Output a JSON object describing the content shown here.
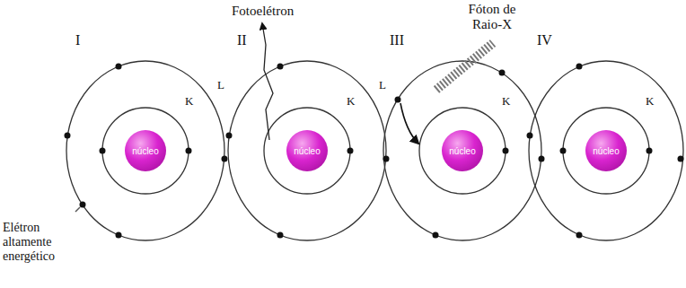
{
  "diagram": {
    "nodes": [
      {
        "text": [
          "núcleo"
        ]
      },
      {
        "text": [
          "núcleo"
        ]
      },
      {
        "text": [
          "núcleo"
        ]
      },
      {
        "text": [
          "núcleo"
        ]
      }
    ],
    "labels": [
      "I",
      "II",
      "III",
      "IV",
      "Fotoelétron",
      "Fóton de Raio-X",
      "Elétron altamente energético",
      "K",
      "L",
      "K",
      "L",
      "K",
      "K"
    ]
  }
}
